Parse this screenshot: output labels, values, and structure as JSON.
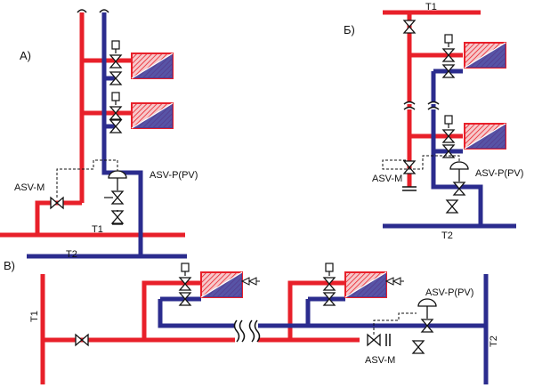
{
  "panels": {
    "a": {
      "label": "A)"
    },
    "b": {
      "label": "Б)"
    },
    "c": {
      "label": "В)"
    }
  },
  "pipes": {
    "supply": "T1",
    "return": "T2"
  },
  "devices": {
    "asv_m": "ASV-M",
    "asv_p": "ASV-P(PV)"
  },
  "colors": {
    "supply": "#e8202a",
    "return": "#2b2c8e",
    "radiator_fill": "#f2b6b8",
    "radiator_edge": "#e8202a"
  }
}
